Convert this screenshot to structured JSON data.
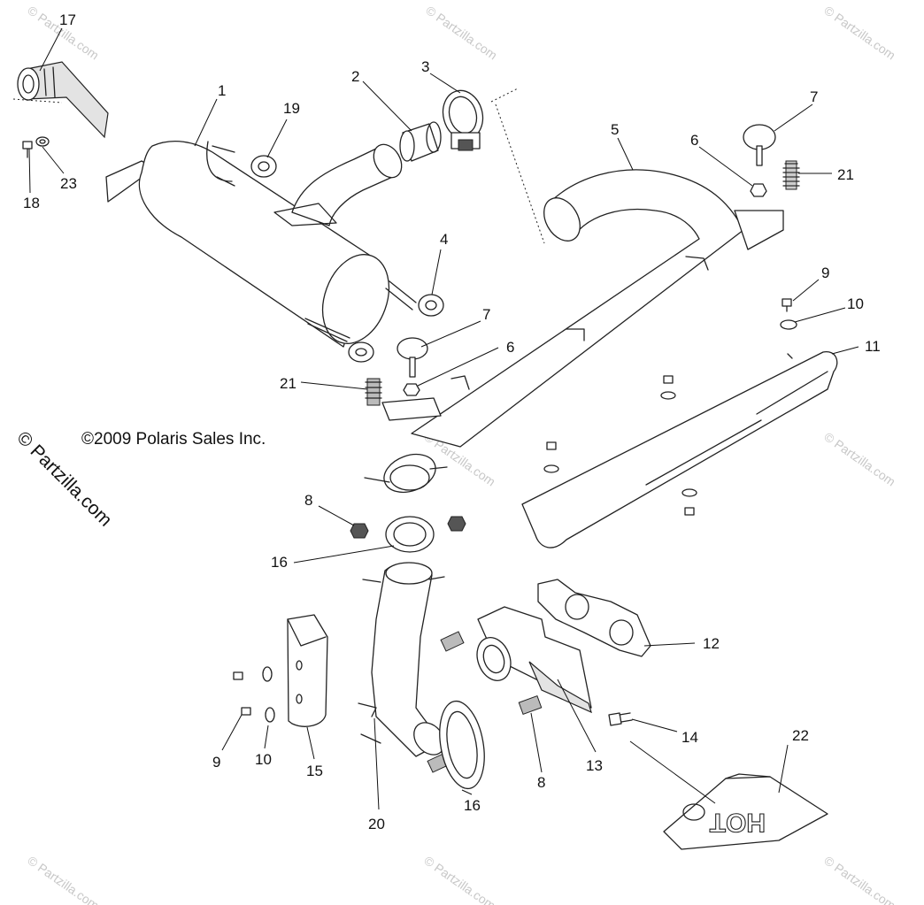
{
  "copyright": "©2009 Polaris Sales Inc.",
  "watermark": {
    "main": "© Partzilla.com",
    "faint": "© Partzilla.com"
  },
  "callouts": {
    "c1": "1",
    "c2": "2",
    "c3": "3",
    "c4": "4",
    "c5": "5",
    "c6a": "6",
    "c6b": "6",
    "c7a": "7",
    "c7b": "7",
    "c8a": "8",
    "c8b": "8",
    "c9a": "9",
    "c9b": "9",
    "c10a": "10",
    "c10b": "10",
    "c11": "11",
    "c12": "12",
    "c13": "13",
    "c14": "14",
    "c15": "15",
    "c16a": "16",
    "c16b": "16",
    "c17": "17",
    "c18": "18",
    "c19": "19",
    "c20": "20",
    "c21a": "21",
    "c21b": "21",
    "c22": "22",
    "c23": "23"
  },
  "heat_plate_text": "HOT"
}
